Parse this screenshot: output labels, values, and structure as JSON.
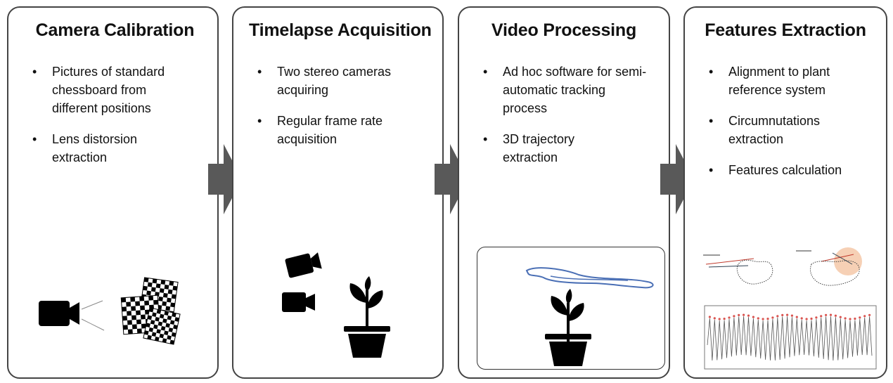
{
  "panels": [
    {
      "title": "Camera Calibration",
      "bullets": [
        "Pictures of standard chessboard from different positions",
        "Lens distorsion extraction"
      ]
    },
    {
      "title": "Timelapse Acquisition",
      "bullets": [
        "Two stereo cameras acquiring",
        "Regular frame rate acquisition"
      ]
    },
    {
      "title": "Video Processing",
      "bullets": [
        "Ad hoc software for semi-automatic tracking process",
        "3D trajectory extraction"
      ]
    },
    {
      "title": "Features Extraction",
      "bullets": [
        "Alignment to plant reference system",
        "Circumnutations extraction",
        "Features calculation"
      ]
    }
  ],
  "colors": {
    "arrow": "#595959",
    "border": "#444444",
    "trajectory": "#4a6fb5",
    "peak_marker": "#d9534f",
    "circle_fill": "#f4c8a8"
  },
  "icons": [
    "video-camera-icon",
    "chessboard-icon",
    "plant-pot-icon",
    "arrow-icon"
  ]
}
